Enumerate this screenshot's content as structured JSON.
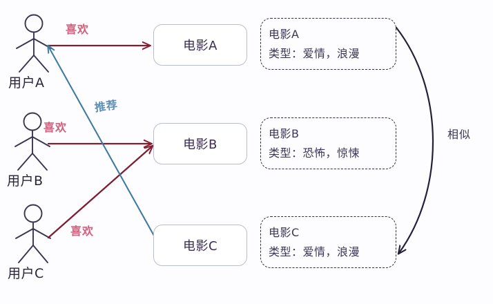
{
  "diagram": {
    "title": "movie-recommendation-graph",
    "background_color": "#fdfdff",
    "colors": {
      "like_arrow": "#7d1e31",
      "like_label": "#d0607c",
      "recommend_arrow": "#3f7b9e",
      "recommend_label": "#5e8fb5",
      "similar_arrow": "#24203a",
      "similar_label": "#3b3654",
      "figure_stroke": "#3a3450",
      "solid_box_border": "#b9bdcc",
      "dashed_box_border": "#2f2b44",
      "text": "#2a2438"
    }
  },
  "actors": [
    {
      "id": "userA",
      "label": "用户A"
    },
    {
      "id": "userB",
      "label": "用户B"
    },
    {
      "id": "userC",
      "label": "用户C"
    }
  ],
  "movies": [
    {
      "id": "movieA",
      "label": "电影A"
    },
    {
      "id": "movieB",
      "label": "电影B"
    },
    {
      "id": "movieC",
      "label": "电影C"
    }
  ],
  "metadata_cards": [
    {
      "id": "metaA",
      "title": "电影A",
      "genre": "类型：爱情，浪漫"
    },
    {
      "id": "metaB",
      "title": "电影B",
      "genre": "类型：恐怖，惊悚"
    },
    {
      "id": "metaC",
      "title": "电影C",
      "genre": "类型：爱情，浪漫"
    }
  ],
  "edges": [
    {
      "id": "like-a",
      "from": "userA",
      "to": "movieA",
      "label": "喜欢",
      "kind": "like"
    },
    {
      "id": "like-b",
      "from": "userB",
      "to": "movieB",
      "label": "喜欢",
      "kind": "like"
    },
    {
      "id": "like-c",
      "from": "userC",
      "to": "movieB",
      "label": "喜欢",
      "kind": "like"
    },
    {
      "id": "recommend",
      "from": "movieC",
      "to": "userA",
      "label": "推荐",
      "kind": "recommend"
    },
    {
      "id": "similar",
      "from": "metaA",
      "to": "metaC",
      "label": "相似",
      "kind": "similar"
    }
  ]
}
